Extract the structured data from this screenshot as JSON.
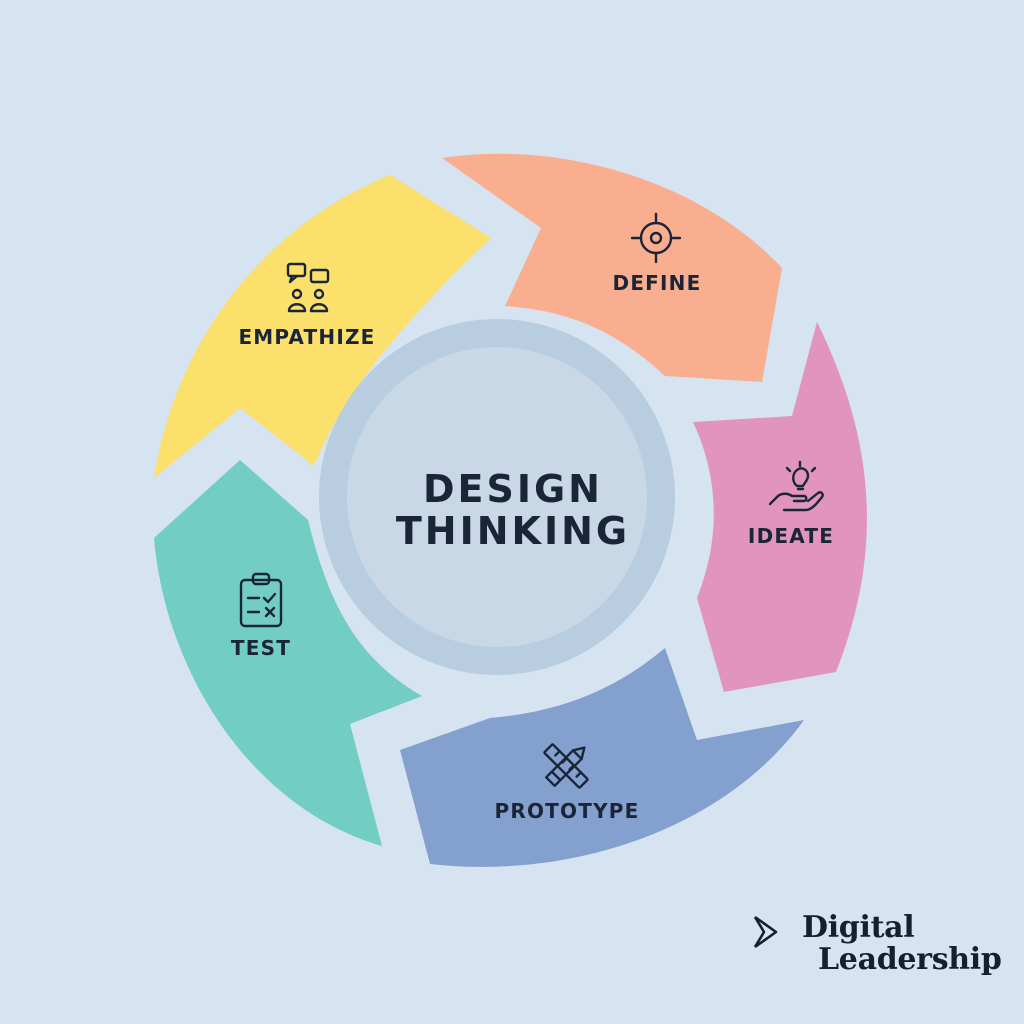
{
  "center": {
    "line1": "DESIGN",
    "line2": "THINKING"
  },
  "stages": [
    {
      "label": "EMPATHIZE",
      "icon": "empathize-people-chat-icon",
      "color": "#fbe06c"
    },
    {
      "label": "DEFINE",
      "icon": "target-crosshair-icon",
      "color": "#f8ae8f"
    },
    {
      "label": "IDEATE",
      "icon": "lightbulb-hand-icon",
      "color": "#e195bd"
    },
    {
      "label": "PROTOTYPE",
      "icon": "pencil-ruler-icon",
      "color": "#84a0ce"
    },
    {
      "label": "TEST",
      "icon": "clipboard-checklist-icon",
      "color": "#72cdc5"
    }
  ],
  "brand": {
    "line1": "Digital",
    "line2": "Leadership",
    "icon": "chevron-arrow-logo-icon"
  },
  "colors": {
    "background": "#d6e3f0",
    "center_ring": "#b9cde0",
    "center_fill": "#c8d8e6",
    "text": "#1a2638"
  }
}
